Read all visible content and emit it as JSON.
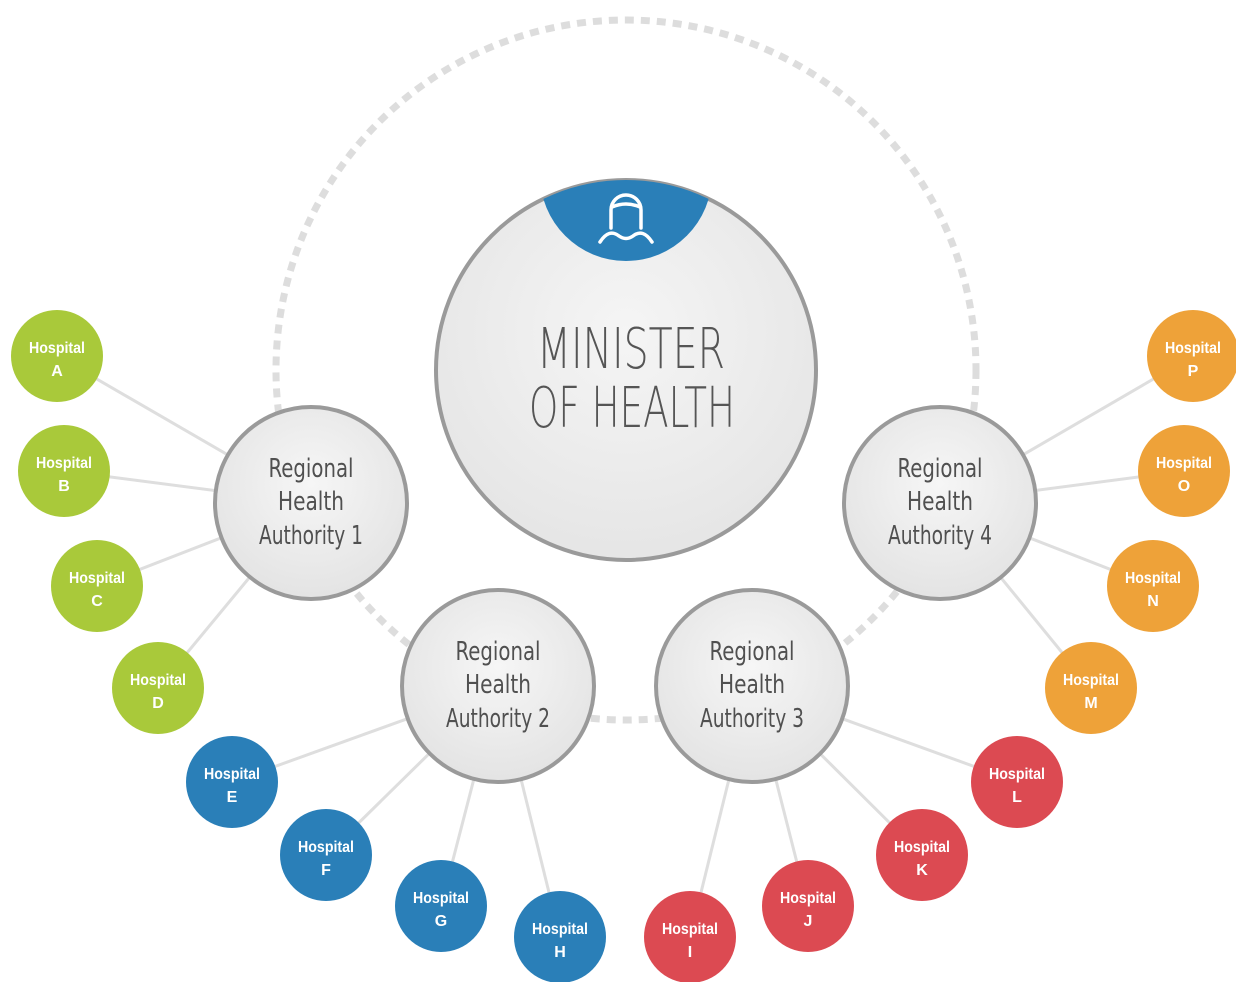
{
  "minister": {
    "line1": "MINISTER",
    "line2": "OF HEALTH",
    "icon": "person-icon",
    "icon_color": "#2a7fb8"
  },
  "authorities": [
    {
      "line1": "Regional",
      "line2": "Health",
      "line3": "Authority 1"
    },
    {
      "line1": "Regional",
      "line2": "Health",
      "line3": "Authority 2"
    },
    {
      "line1": "Regional",
      "line2": "Health",
      "line3": "Authority 3"
    },
    {
      "line1": "Regional",
      "line2": "Health",
      "line3": "Authority 4"
    }
  ],
  "hospital_label": "Hospital",
  "colors": {
    "green": "#a9c93a",
    "blue": "#2a7fb8",
    "red": "#dc4a52",
    "orange": "#eea239"
  },
  "hospitals": [
    {
      "letter": "A",
      "authority": 1,
      "color": "green"
    },
    {
      "letter": "B",
      "authority": 1,
      "color": "green"
    },
    {
      "letter": "C",
      "authority": 1,
      "color": "green"
    },
    {
      "letter": "D",
      "authority": 1,
      "color": "green"
    },
    {
      "letter": "E",
      "authority": 2,
      "color": "blue"
    },
    {
      "letter": "F",
      "authority": 2,
      "color": "blue"
    },
    {
      "letter": "G",
      "authority": 2,
      "color": "blue"
    },
    {
      "letter": "H",
      "authority": 2,
      "color": "blue"
    },
    {
      "letter": "I",
      "authority": 3,
      "color": "red"
    },
    {
      "letter": "J",
      "authority": 3,
      "color": "red"
    },
    {
      "letter": "K",
      "authority": 3,
      "color": "red"
    },
    {
      "letter": "L",
      "authority": 3,
      "color": "red"
    },
    {
      "letter": "M",
      "authority": 4,
      "color": "orange"
    },
    {
      "letter": "N",
      "authority": 4,
      "color": "orange"
    },
    {
      "letter": "O",
      "authority": 4,
      "color": "orange"
    },
    {
      "letter": "P",
      "authority": 4,
      "color": "orange"
    }
  ]
}
